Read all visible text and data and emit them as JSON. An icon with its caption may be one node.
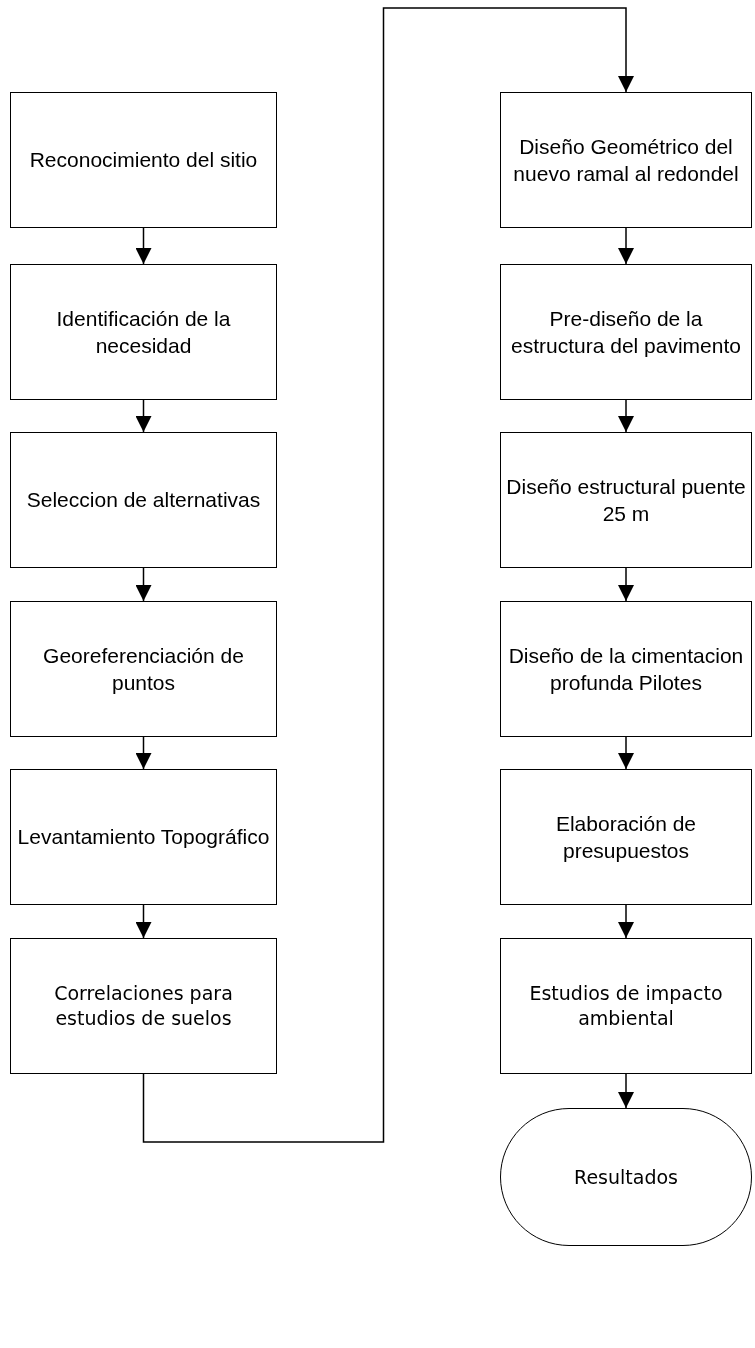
{
  "diagram": {
    "nodes": [
      {
        "text": [
          "Reconocimiento del sitio"
        ]
      },
      {
        "text": [
          "Identificación de la necesidad"
        ]
      },
      {
        "text": [
          "Seleccion de alternativas"
        ]
      },
      {
        "text": [
          "Georeferenciación de puntos"
        ]
      },
      {
        "text": [
          "Levantamiento Topográfico"
        ]
      },
      {
        "text": [
          "Correlaciones para estudios de suelos"
        ]
      },
      {
        "text": [
          "Diseño Geométrico del nuevo ramal al redondel"
        ]
      },
      {
        "text": [
          "Pre-diseño de la estructura del pavimento"
        ]
      },
      {
        "text": [
          "Diseño estructural puente 25 m"
        ]
      },
      {
        "text": [
          "Diseño de la cimentacion profunda Pilotes"
        ]
      },
      {
        "text": [
          "Elaboración de presupuestos"
        ]
      },
      {
        "text": [
          "Estudios de impacto ambiental"
        ]
      },
      {
        "text": [
          "Resultados"
        ]
      }
    ],
    "edges": [
      {
        "from": 0,
        "to": 1,
        "arrow": "to"
      },
      {
        "from": 1,
        "to": 2,
        "arrow": "to"
      },
      {
        "from": 2,
        "to": 3,
        "arrow": "to"
      },
      {
        "from": 3,
        "to": 4,
        "arrow": "to"
      },
      {
        "from": 4,
        "to": 5,
        "arrow": "to"
      },
      {
        "from": 5,
        "to": 6,
        "arrow": "to"
      },
      {
        "from": 6,
        "to": 7,
        "arrow": "to"
      },
      {
        "from": 7,
        "to": 8,
        "arrow": "to"
      },
      {
        "from": 8,
        "to": 9,
        "arrow": "to"
      },
      {
        "from": 9,
        "to": 10,
        "arrow": "to"
      },
      {
        "from": 10,
        "to": 11,
        "arrow": "to"
      },
      {
        "from": 11,
        "to": 12,
        "arrow": "to"
      }
    ]
  }
}
